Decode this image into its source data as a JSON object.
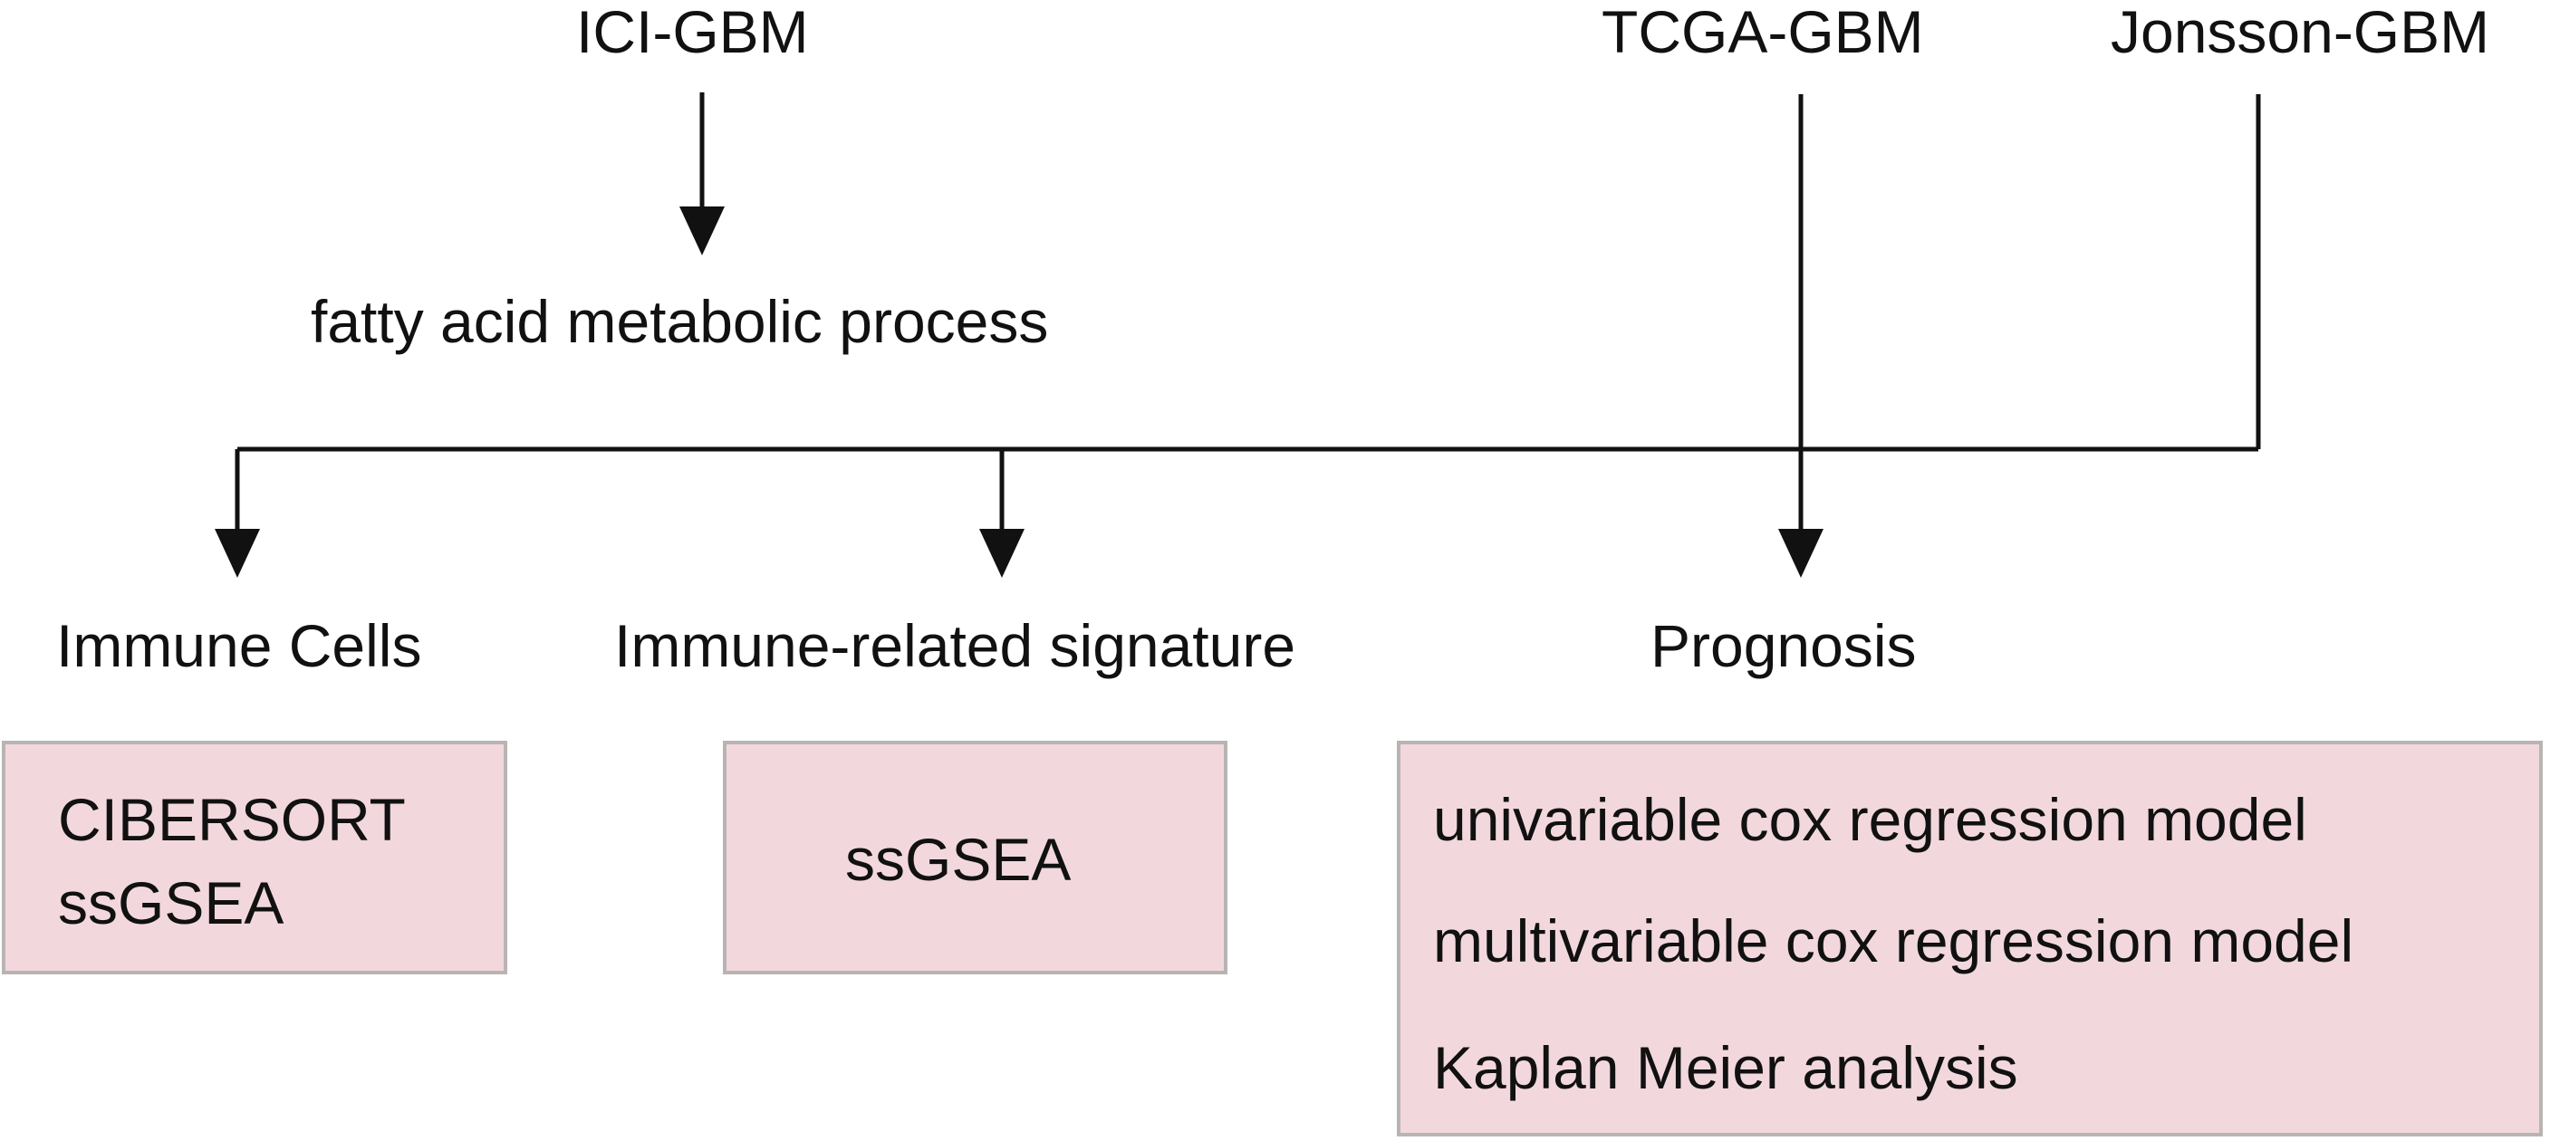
{
  "sources": {
    "ici": "ICI-GBM",
    "tcga": "TCGA-GBM",
    "jonsson": "Jonsson-GBM"
  },
  "process": "fatty acid metabolic process",
  "outcomes": {
    "immune_cells": "Immune Cells",
    "immune_signature": "Immune-related signature",
    "prognosis": "Prognosis"
  },
  "methods": {
    "immune_cells": [
      "CIBERSORT",
      "ssGSEA"
    ],
    "immune_signature": [
      "ssGSEA"
    ],
    "prognosis": [
      "univariable cox regression model",
      "multivariable cox regression model",
      "Kaplan Meier analysis"
    ]
  },
  "colors": {
    "box_fill": "#f2d8dd",
    "box_border": "#b9b4b4",
    "line": "#111111"
  }
}
